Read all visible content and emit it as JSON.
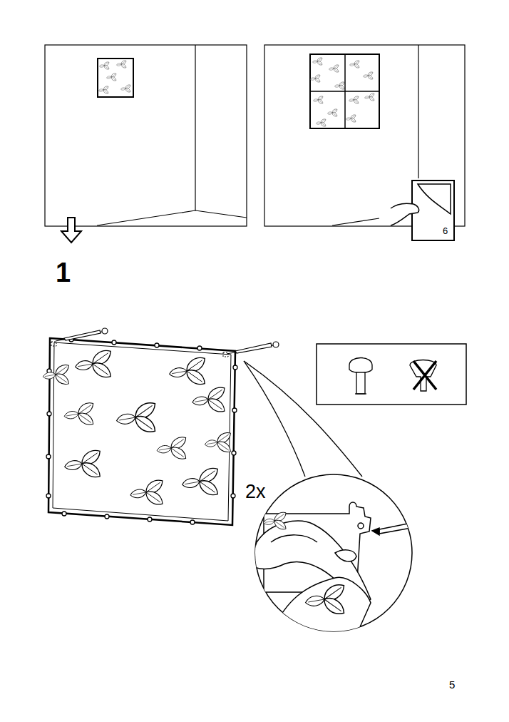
{
  "diagram": {
    "labels": [
      "6",
      "1",
      "2x",
      "5"
    ]
  }
}
